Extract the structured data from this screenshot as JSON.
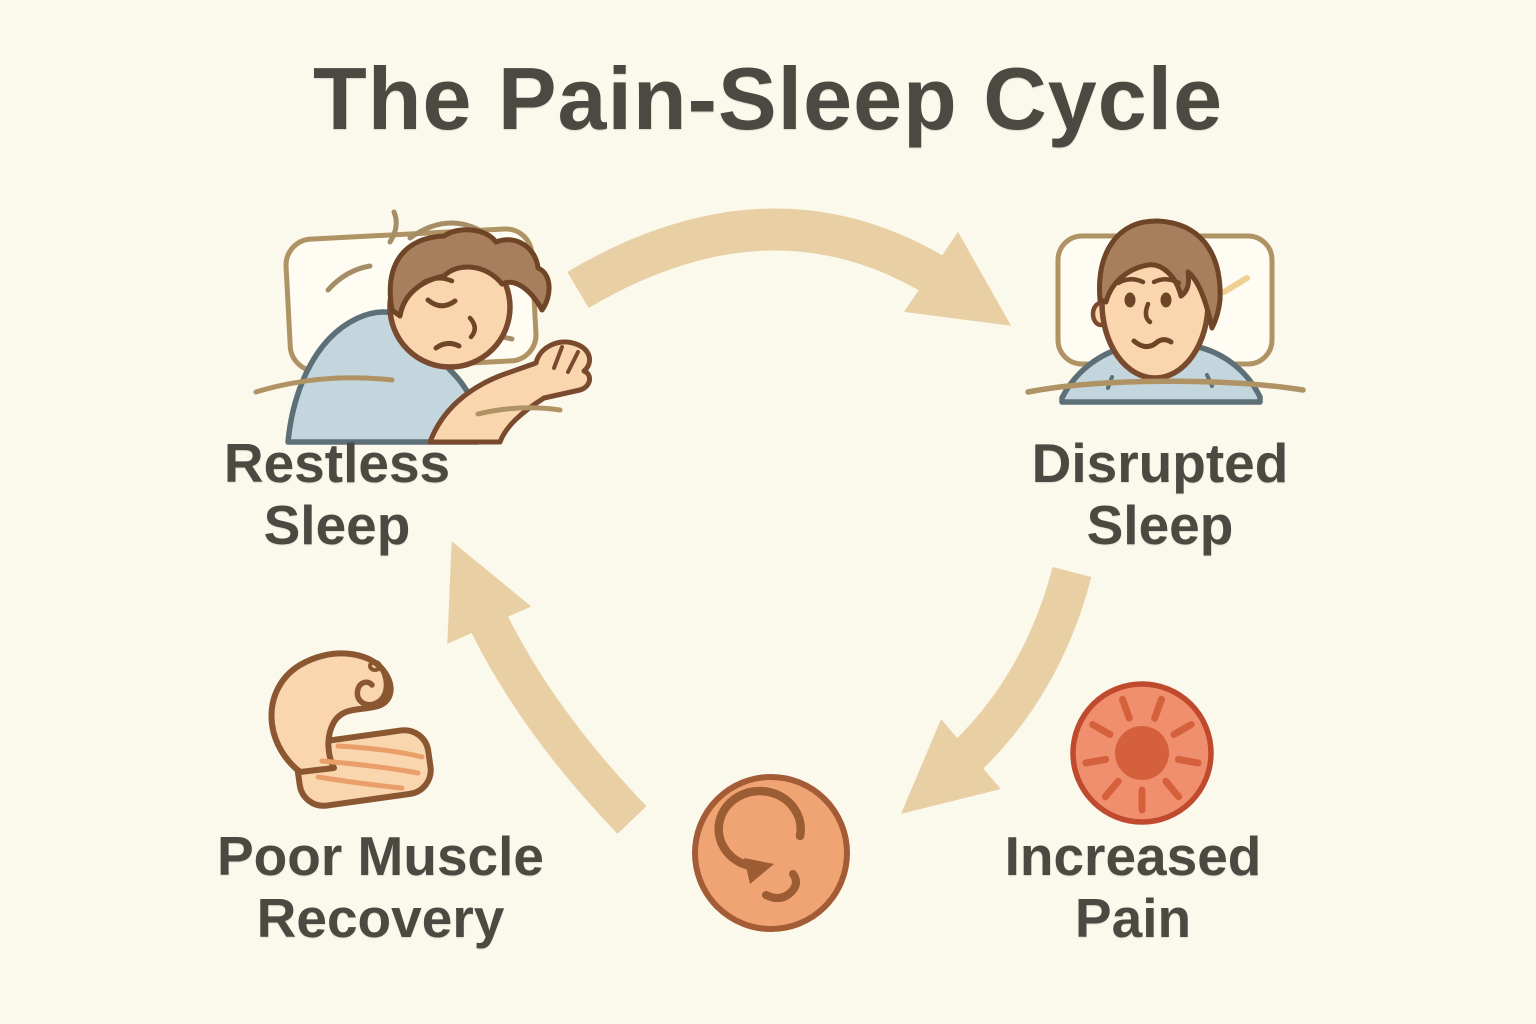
{
  "title": "The Pain-Sleep Cycle",
  "cycle": {
    "stages": [
      {
        "id": "restless-sleep",
        "label_lines": [
          "Restless",
          "Sleep"
        ],
        "icon": "sleeping-person-in-bed-icon",
        "position": "top-left"
      },
      {
        "id": "disrupted-sleep",
        "label_lines": [
          "Disrupted",
          "Sleep"
        ],
        "icon": "awake-worried-person-in-bed-icon",
        "position": "top-right"
      },
      {
        "id": "increased-pain",
        "label_lines": [
          "Increased",
          "Pain"
        ],
        "icon": "pain-burst-icon",
        "position": "bottom-right"
      },
      {
        "id": "poor-muscle-recovery",
        "label_lines": [
          "Poor Muscle",
          "Recovery"
        ],
        "icon": "flexed-arm-icon",
        "position": "bottom-left"
      }
    ],
    "center_icon": "cycle-refresh-icon",
    "arrows": [
      {
        "from": "restless-sleep",
        "to": "disrupted-sleep"
      },
      {
        "from": "disrupted-sleep",
        "to": "increased-pain"
      },
      {
        "from": "poor-muscle-recovery",
        "to": "restless-sleep"
      }
    ]
  },
  "colors": {
    "background": "#fbf8ec",
    "ink": "#4a4a42",
    "arrow": "#e8cfa4",
    "skin": "#f9d6ae",
    "skin_outline": "#7a4a2e",
    "hair": "#a87f5c",
    "hair_outline": "#6e4526",
    "shirt": "#c3d6dd",
    "shirt_outline": "#5d7078",
    "bed_line": "#b09364",
    "pillow_fill": "#fffdf3",
    "motion_line": "#a58d68",
    "accent_yellow": "#f0cf92",
    "pain_fill": "#f08f6d",
    "pain_border": "#c04a2e",
    "pain_sun": "#d5603c",
    "cycle_fill": "#f0a473",
    "cycle_border": "#a45c36",
    "cycle_glyph": "#9c5c34",
    "muscle_outline": "#8a5731",
    "muscle_lines": "#ea9e6a"
  }
}
